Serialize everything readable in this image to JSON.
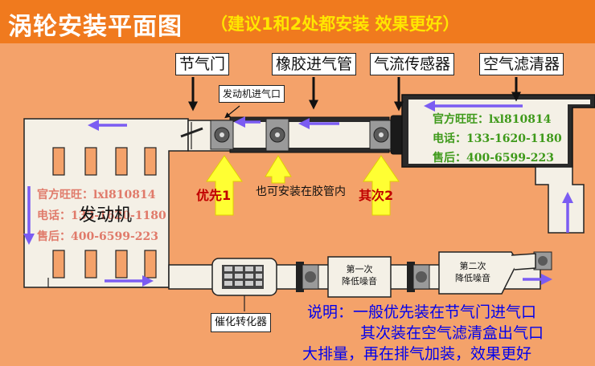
{
  "header": {
    "title": "涡轮安装平面图",
    "subtitle": "（建议1和2处都安装 效果更好）"
  },
  "labels": {
    "throttle": "节气门",
    "rubber_intake_pipe": "橡胶进气管",
    "airflow_sensor": "气流传感器",
    "air_filter": "空气滤清器",
    "engine_air_inlet": "发动机进气口",
    "engine": "发动机",
    "catalytic_converter": "催化转化器",
    "muffler_first": "第一次\n降低噪音",
    "muffler_second": "第二次\n降低噪音"
  },
  "priority": {
    "first": "优先1",
    "second": "其次2",
    "middle_note": "也可安装在胶管内"
  },
  "watermark": {
    "shop": "官方旺旺：lxl810814",
    "phone": "电话：133-1620-1180",
    "service": "售后：400-6599-223"
  },
  "notes": [
    "说明：一般优先装在节气门进气口",
    "其次装在空气滤清盒出气口",
    "大排量，再在排气加装，效果更好"
  ],
  "colors": {
    "header_bg": "#f07a1e",
    "subtitle": "#ffe600",
    "flow_arrow": "#7b5cf2",
    "priority_arrow": "#ffff33",
    "priority_text": "#c00000",
    "note_text": "#0000ee"
  }
}
